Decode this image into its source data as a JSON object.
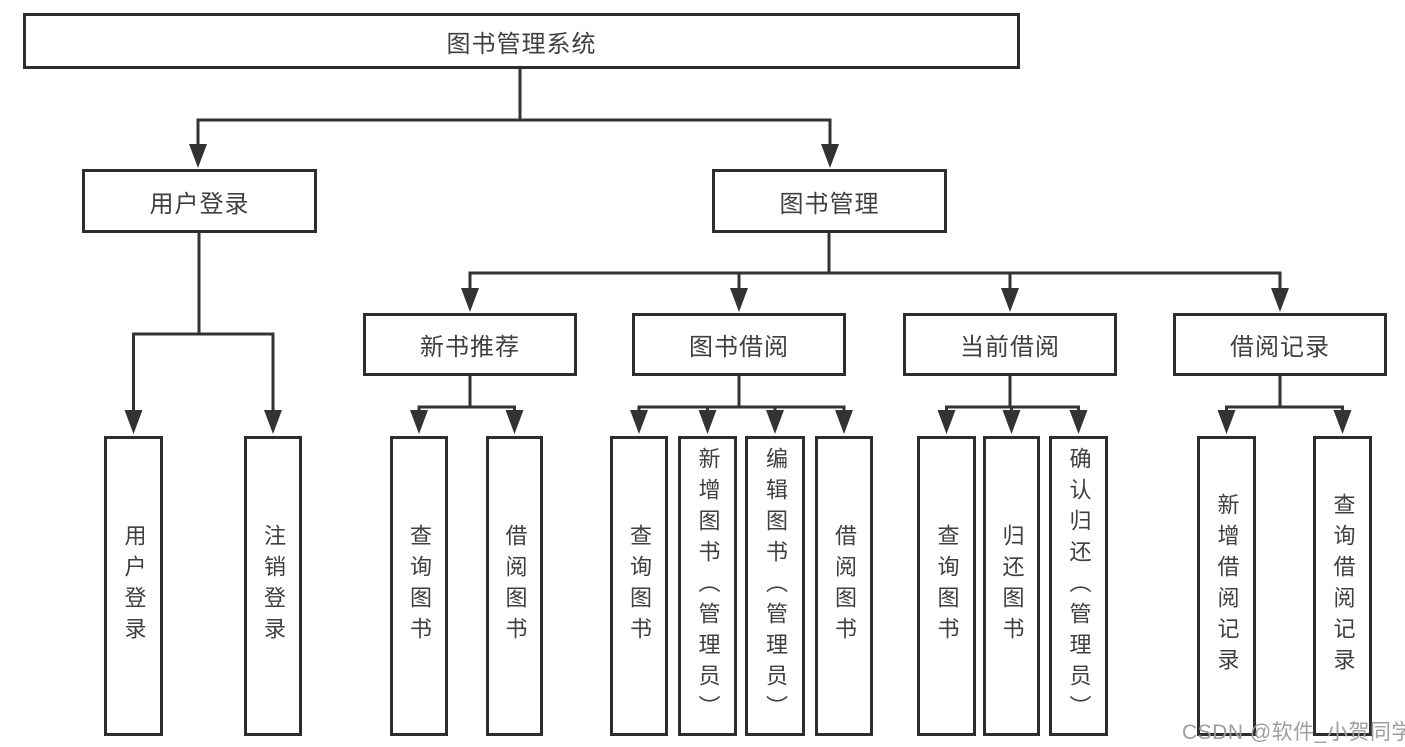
{
  "diagram_title": "图书管理系统",
  "tree": {
    "root": "图书管理系统",
    "branches": [
      {
        "label": "用户登录",
        "children": [
          "用户登录",
          "注销登录"
        ]
      },
      {
        "label": "图书管理",
        "groups": [
          {
            "label": "新书推荐",
            "children": [
              "查询图书",
              "借阅图书"
            ]
          },
          {
            "label": "图书借阅",
            "children": [
              "查询图书",
              "新增图书（管理员）",
              "编辑图书（管理员）",
              "借阅图书"
            ]
          },
          {
            "label": "当前借阅",
            "children": [
              "查询图书",
              "归还图书",
              "确认归还（管理员）"
            ]
          },
          {
            "label": "借阅记录",
            "children": [
              "新增借阅记录",
              "查询借阅记录"
            ]
          }
        ]
      }
    ]
  },
  "watermark": "CSDN @软件_小贺同学",
  "colors": {
    "line": "#333333",
    "box_border": "#2d2d2d",
    "text": "#3f3f3f",
    "watermark": "#9e9e9e",
    "background": "#ffffff"
  }
}
